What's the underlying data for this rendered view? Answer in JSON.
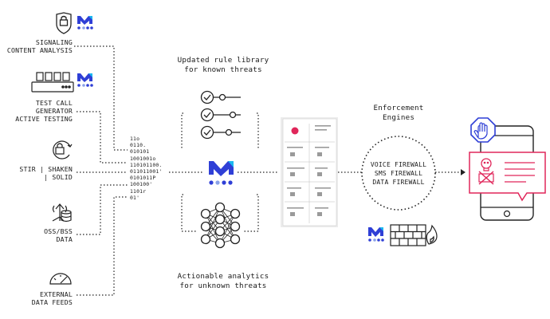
{
  "sources": [
    {
      "lines": [
        "SIGNALING",
        "CONTENT ANALYSIS"
      ],
      "icon": "lock-shield-icon"
    },
    {
      "lines": [
        "TEST CALL",
        "GENERATOR",
        "ACTIVE TESTING"
      ],
      "icon": "test-call-device-icon"
    },
    {
      "lines": [
        "STIR | SHAKEN",
        "| SOLID"
      ],
      "icon": "padlock-refresh-icon"
    },
    {
      "lines": [
        "OSS/BSS",
        "DATA"
      ],
      "icon": "antenna-database-icon"
    },
    {
      "lines": [
        "EXTERNAL",
        "DATA FEEDS"
      ],
      "icon": "speedometer-icon"
    }
  ],
  "binary_lines": [
    "11o",
    "0110.",
    "010101",
    "1001001o",
    "110101100.",
    "011011001'",
    "0101011P",
    "100100'",
    "1101r",
    "01'"
  ],
  "top_caption": [
    "Updated rule library",
    "for known threats"
  ],
  "bottom_caption": [
    "Actionable analytics",
    "for unknown threats"
  ],
  "enforcement_title": [
    "Enforcement",
    "Engines"
  ],
  "firewalls": [
    "VOICE FIREWALL",
    "SMS FIREWALL",
    "DATA FIREWALL"
  ],
  "colors": {
    "brand": "#2f3fd6",
    "alert": "#e0265a",
    "line": "#222222"
  }
}
